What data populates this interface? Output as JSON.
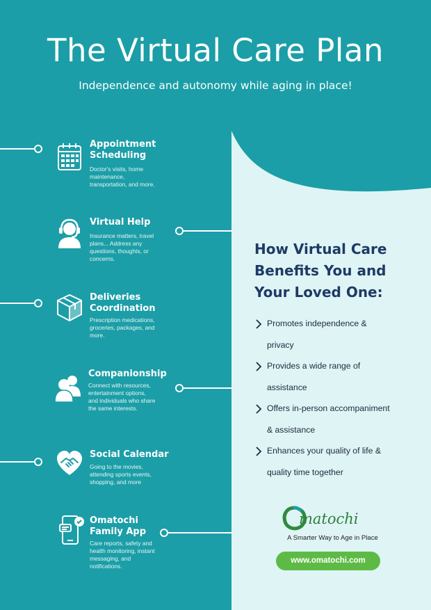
{
  "header": {
    "title": "The Virtual Care Plan",
    "subtitle": "Independence and autonomy while aging in place!"
  },
  "items": [
    {
      "title": "Appointment Scheduling",
      "title_lines": [
        "Appointment",
        "Scheduling"
      ],
      "desc_lines": [
        "Doctor's visits, home",
        "maintenance,",
        "transportation, and more."
      ],
      "icon": "calendar-icon"
    },
    {
      "title": "Virtual Help",
      "title_lines": [
        "Virtual Help"
      ],
      "desc_lines": [
        "Insurance matters, travel",
        "plans... Address any",
        "questions, thoughts, or",
        "concerns."
      ],
      "icon": "headset-agent-icon"
    },
    {
      "title": "Deliveries Coordination",
      "title_lines": [
        "Deliveries",
        "Coordination"
      ],
      "desc_lines": [
        "Prescription medications,",
        "groceries, packages, and",
        "more."
      ],
      "icon": "package-box-icon"
    },
    {
      "title": "Companionship",
      "title_lines": [
        "Companionship"
      ],
      "desc_lines": [
        "Connect with resources,",
        "entertainment options,",
        "and individuals who share",
        "the same interests."
      ],
      "icon": "people-icon"
    },
    {
      "title": "Social Calendar",
      "title_lines": [
        "Social Calendar"
      ],
      "desc_lines": [
        "Going to the movies,",
        "attending sports events,",
        "shopping, and more"
      ],
      "icon": "heart-handshake-icon"
    },
    {
      "title": "Omatochi Family App",
      "title_lines": [
        "Omatochi",
        "Family App"
      ],
      "desc_lines": [
        "Care reports, safety and",
        "health monitoring,  instant",
        "messaging, and",
        "notifications."
      ],
      "icon": "mobile-app-icon"
    }
  ],
  "benefits": {
    "heading_lines": [
      "How Virtual Care",
      "Benefits You and",
      "Your Loved One:"
    ],
    "list": [
      {
        "line1": "Promotes independence &",
        "line2": "privacy"
      },
      {
        "line1": "Provides a wide range of",
        "line2": "assistance"
      },
      {
        "line1": "Offers in-person accompaniment",
        "line2": "& assistance"
      },
      {
        "line1": "Enhances your quality of life &",
        "line2": "quality time together"
      }
    ]
  },
  "brand": {
    "name": "Omatochi",
    "tagline": "A Smarter Way to Age in Place",
    "url": "www.omatochi.com"
  },
  "colors": {
    "teal": "#1b9ea7",
    "light_panel": "#dff4f4",
    "heading_navy": "#1e3a66",
    "brand_green": "#5dbb45",
    "white": "#ffffff"
  },
  "illustration_icon": "elderly-couple-icon"
}
